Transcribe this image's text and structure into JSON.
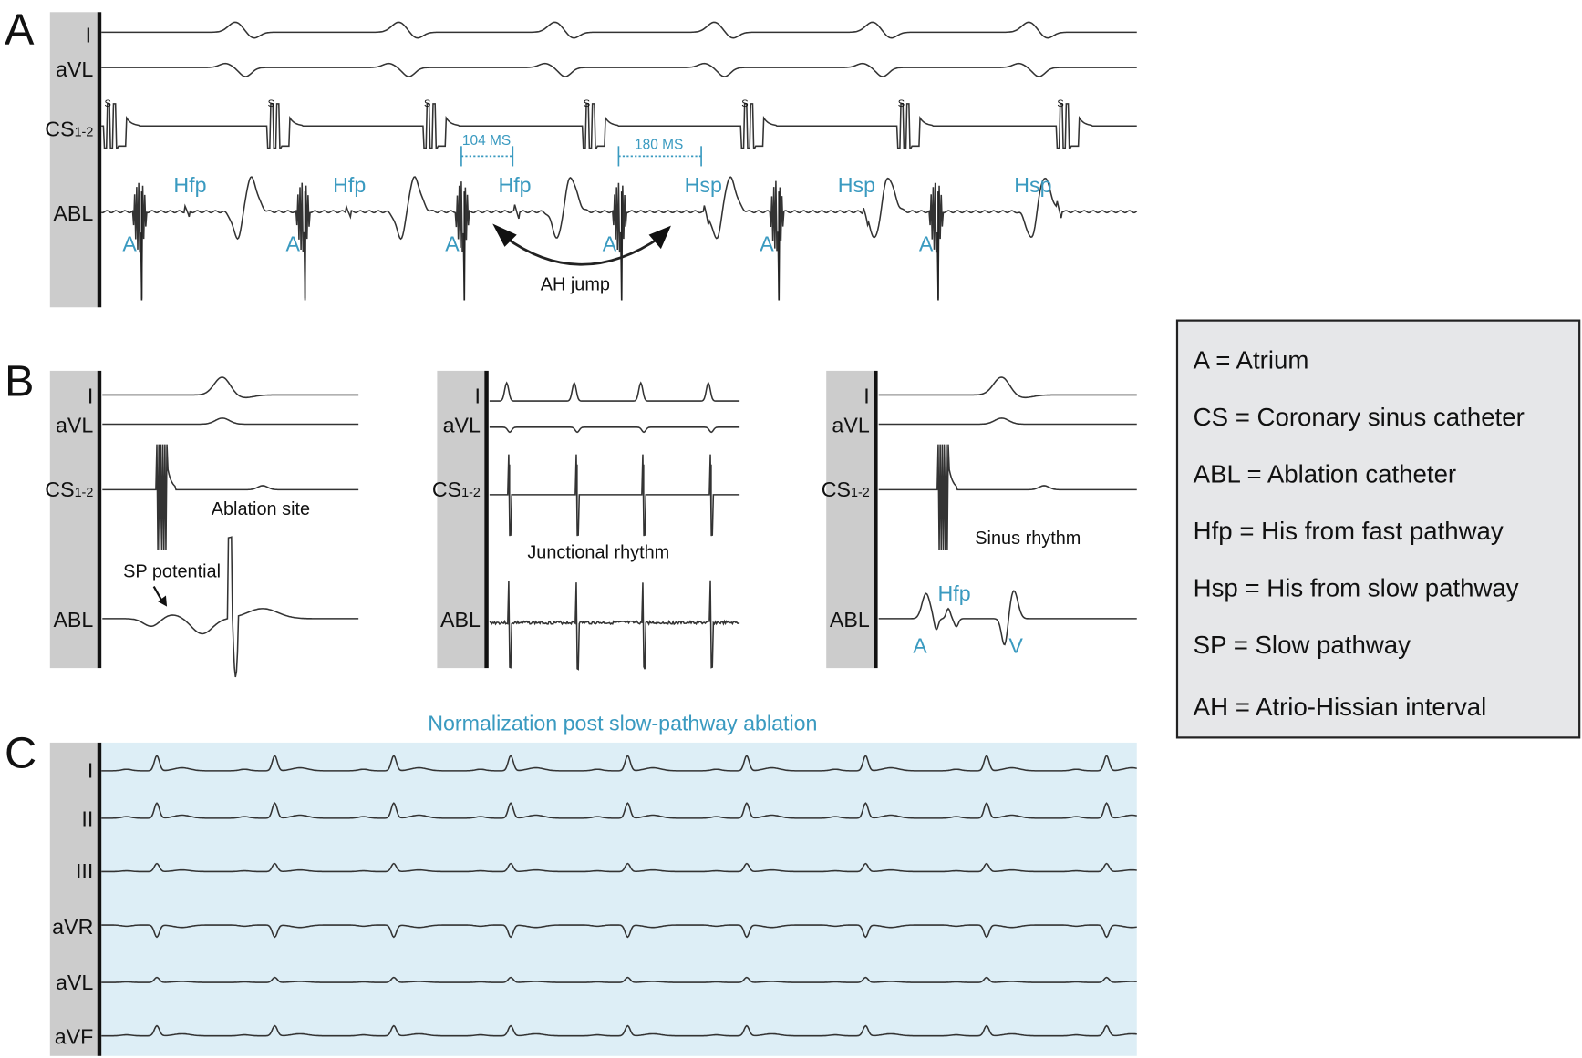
{
  "panels": {
    "A": {
      "label": "A",
      "leads": [
        "I",
        "aVL",
        "CS",
        "ABL"
      ],
      "cs_subscript": "1-2",
      "stim_label": "S",
      "interval_1": "104 MS",
      "interval_2": "180 MS",
      "his_labels": [
        "Hfp",
        "Hfp",
        "Hfp",
        "Hsp",
        "Hsp",
        "Hsp"
      ],
      "atrial_label": "A",
      "arrow_label": "AH jump"
    },
    "B": {
      "label": "B",
      "leads": [
        "I",
        "aVL",
        "CS",
        "ABL"
      ],
      "cs_subscript": "1-2",
      "left": {
        "ablation_site": "Ablation site",
        "sp_potential": "SP potential"
      },
      "middle": {
        "caption": "Junctional rhythm"
      },
      "right": {
        "caption": "Sinus rhythm",
        "hfp": "Hfp",
        "a": "A",
        "v": "V"
      }
    },
    "C": {
      "label": "C",
      "title": "Normalization post slow-pathway ablation",
      "leads": [
        "I",
        "II",
        "III",
        "aVR",
        "aVL",
        "aVF"
      ],
      "background": "#ddeef6"
    }
  },
  "legend": {
    "items": [
      "A = Atrium",
      "CS = Coronary sinus catheter",
      "ABL = Ablation catheter",
      "Hfp = His from fast pathway",
      "Hsp = His from slow pathway",
      "SP = Slow pathway",
      "AH = Atrio-Hissian interval"
    ],
    "background": "#e6e7e9"
  },
  "colors": {
    "annotation": "#3a9ac0",
    "trace": "#333333",
    "lead_bar": "#cccccc"
  }
}
